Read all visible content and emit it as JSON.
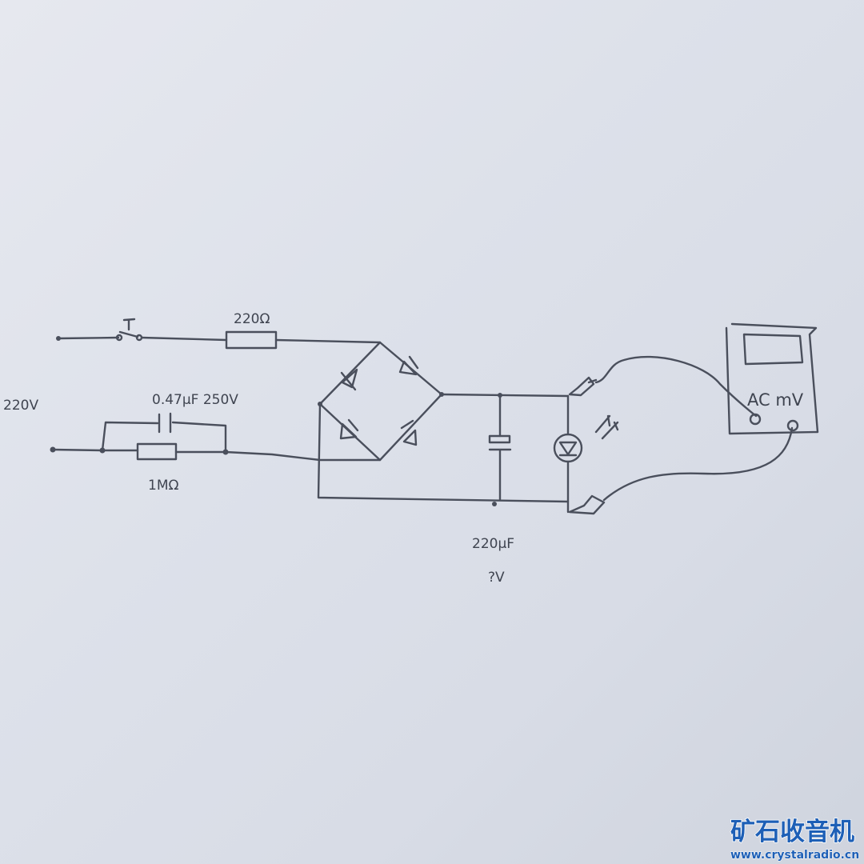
{
  "diagram": {
    "source_label": "220V",
    "switch_label": "T",
    "resistor_series_label": "220Ω",
    "capacitor_dropper_label": "0.47μF 250V",
    "resistor_bleeder_label": "1MΩ",
    "filter_capacitor_label": "220μF",
    "filter_capacitor_voltage": "?V",
    "meter_mode_label": "AC mV"
  },
  "watermark": {
    "title": "矿石收音机",
    "url": "www.crystalradio.cn"
  }
}
